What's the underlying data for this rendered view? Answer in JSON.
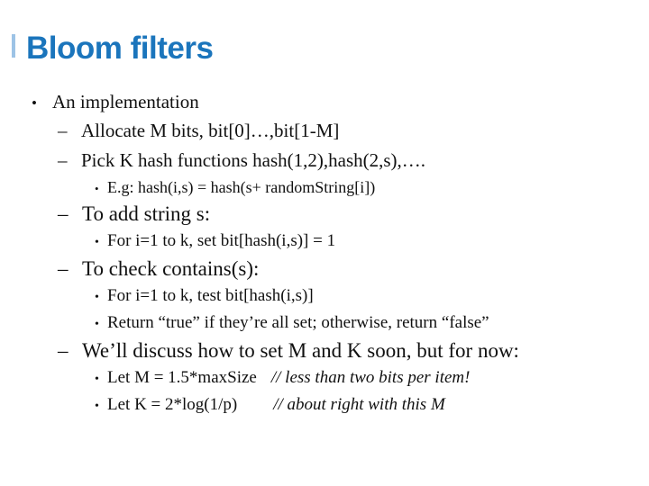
{
  "slide": {
    "title": "Bloom filters",
    "title_color": "#1B75BC",
    "bullets": {
      "an_implementation": {
        "marker": "•",
        "text": "An implementation"
      },
      "allocate": {
        "marker": "–",
        "text": "Allocate M bits, bit[0]…,bit[1-M]"
      },
      "pick": {
        "marker": "–",
        "text": "Pick K hash functions hash(1,2),hash(2,s),…."
      },
      "eg": {
        "marker": "•",
        "text": "E.g: hash(i,s) = hash(s+ randomString[i])"
      },
      "to_add": {
        "marker": "–",
        "text": "To add string s:"
      },
      "for_set": {
        "marker": "•",
        "text": "For i=1 to k, set bit[hash(i,s)] = 1"
      },
      "to_check": {
        "marker": "–",
        "text": "To check contains(s):"
      },
      "for_test": {
        "marker": "•",
        "text": "For i=1 to k, test bit[hash(i,s)]"
      },
      "return": {
        "marker": "•",
        "text": "Return “true” if they’re all set; otherwise, return “false”"
      },
      "discuss": {
        "marker": "–",
        "text": "We’ll discuss how to set M and K soon, but for now:"
      },
      "let_m": {
        "marker": "•",
        "text": "Let M = 1.5*maxSize",
        "comment": "// less than two bits per item!"
      },
      "let_k": {
        "marker": "•",
        "text": "Let K = 2*log(1/p)",
        "comment": "// about right with this M"
      }
    }
  }
}
